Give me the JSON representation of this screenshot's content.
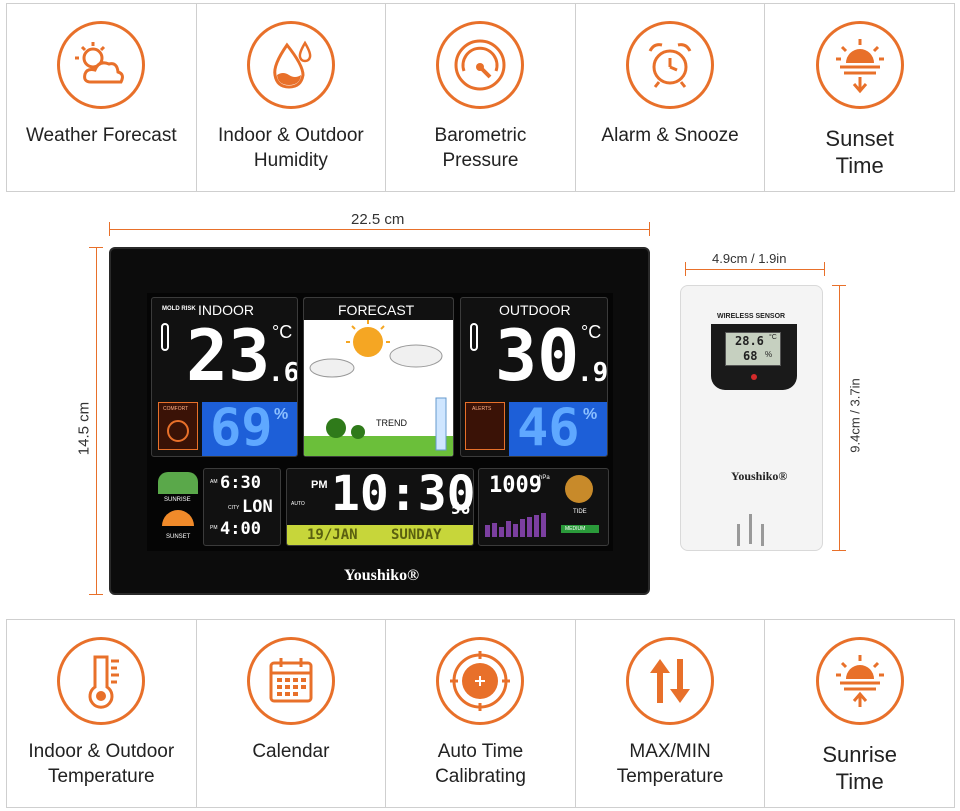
{
  "features_top": [
    {
      "label": "Weather Forecast",
      "icon": "sun-cloud-icon"
    },
    {
      "label": "Indoor & Outdoor\nHumidity",
      "icon": "water-drop-icon"
    },
    {
      "label": "Barometric\nPressure",
      "icon": "gauge-icon"
    },
    {
      "label": "Alarm & Snooze",
      "icon": "alarm-clock-icon"
    },
    {
      "label": "Sunset\nTime",
      "icon": "sunset-icon"
    }
  ],
  "features_bottom": [
    {
      "label": "Indoor & Outdoor\nTemperature",
      "icon": "thermometer-icon"
    },
    {
      "label": "Calendar",
      "icon": "calendar-icon"
    },
    {
      "label": "Auto Time\nCalibrating",
      "icon": "target-icon"
    },
    {
      "label": "MAX/MIN\nTemperature",
      "icon": "up-down-arrows-icon"
    },
    {
      "label": "Sunrise\nTime",
      "icon": "sunrise-icon"
    }
  ],
  "dimensions": {
    "width": "22.5 cm",
    "height": "14.5 cm",
    "sensor_width": "4.9cm / 1.9in",
    "sensor_height": "9.4cm / 3.7in"
  },
  "display": {
    "indoor_label": "INDOOR",
    "mold_risk": "MOLD RISK",
    "indoor_temp": "23",
    "indoor_temp_dec": ".6",
    "indoor_humidity": "69",
    "comfort": "COMFORT",
    "forecast_label": "FORECAST",
    "trend": "TREND",
    "outdoor_label": "OUTDOOR",
    "outdoor_temp": "30",
    "outdoor_temp_dec": ".9",
    "outdoor_humidity": "46",
    "alerts": "ALERTS",
    "sunrise": "SUNRISE",
    "sunset": "SUNSET",
    "sunrise_time": "6:30",
    "city_label": "CITY",
    "city": "LON",
    "sunset_time": "4:00",
    "am": "AM",
    "pm": "PM",
    "clock_pm": "PM",
    "clock_time": "10:30",
    "clock_seconds": "56",
    "auto": "AUTO",
    "date": "19/JAN",
    "weekday": "SUNDAY",
    "pressure": "1009",
    "pressure_unit": "hPa",
    "tide": "TIDE",
    "tide_level": "MEDIUM",
    "brand": "Youshiko®",
    "celsius": "°C",
    "percent": "%"
  },
  "sensor": {
    "title": "WIRELESS SENSOR",
    "temp": "28.6",
    "temp_unit": "°C",
    "humidity": "68",
    "humidity_unit": "%",
    "brand": "Youshiko®"
  },
  "colors": {
    "accent": "#e8702a",
    "lcd_blue": "#1d5fd8"
  }
}
